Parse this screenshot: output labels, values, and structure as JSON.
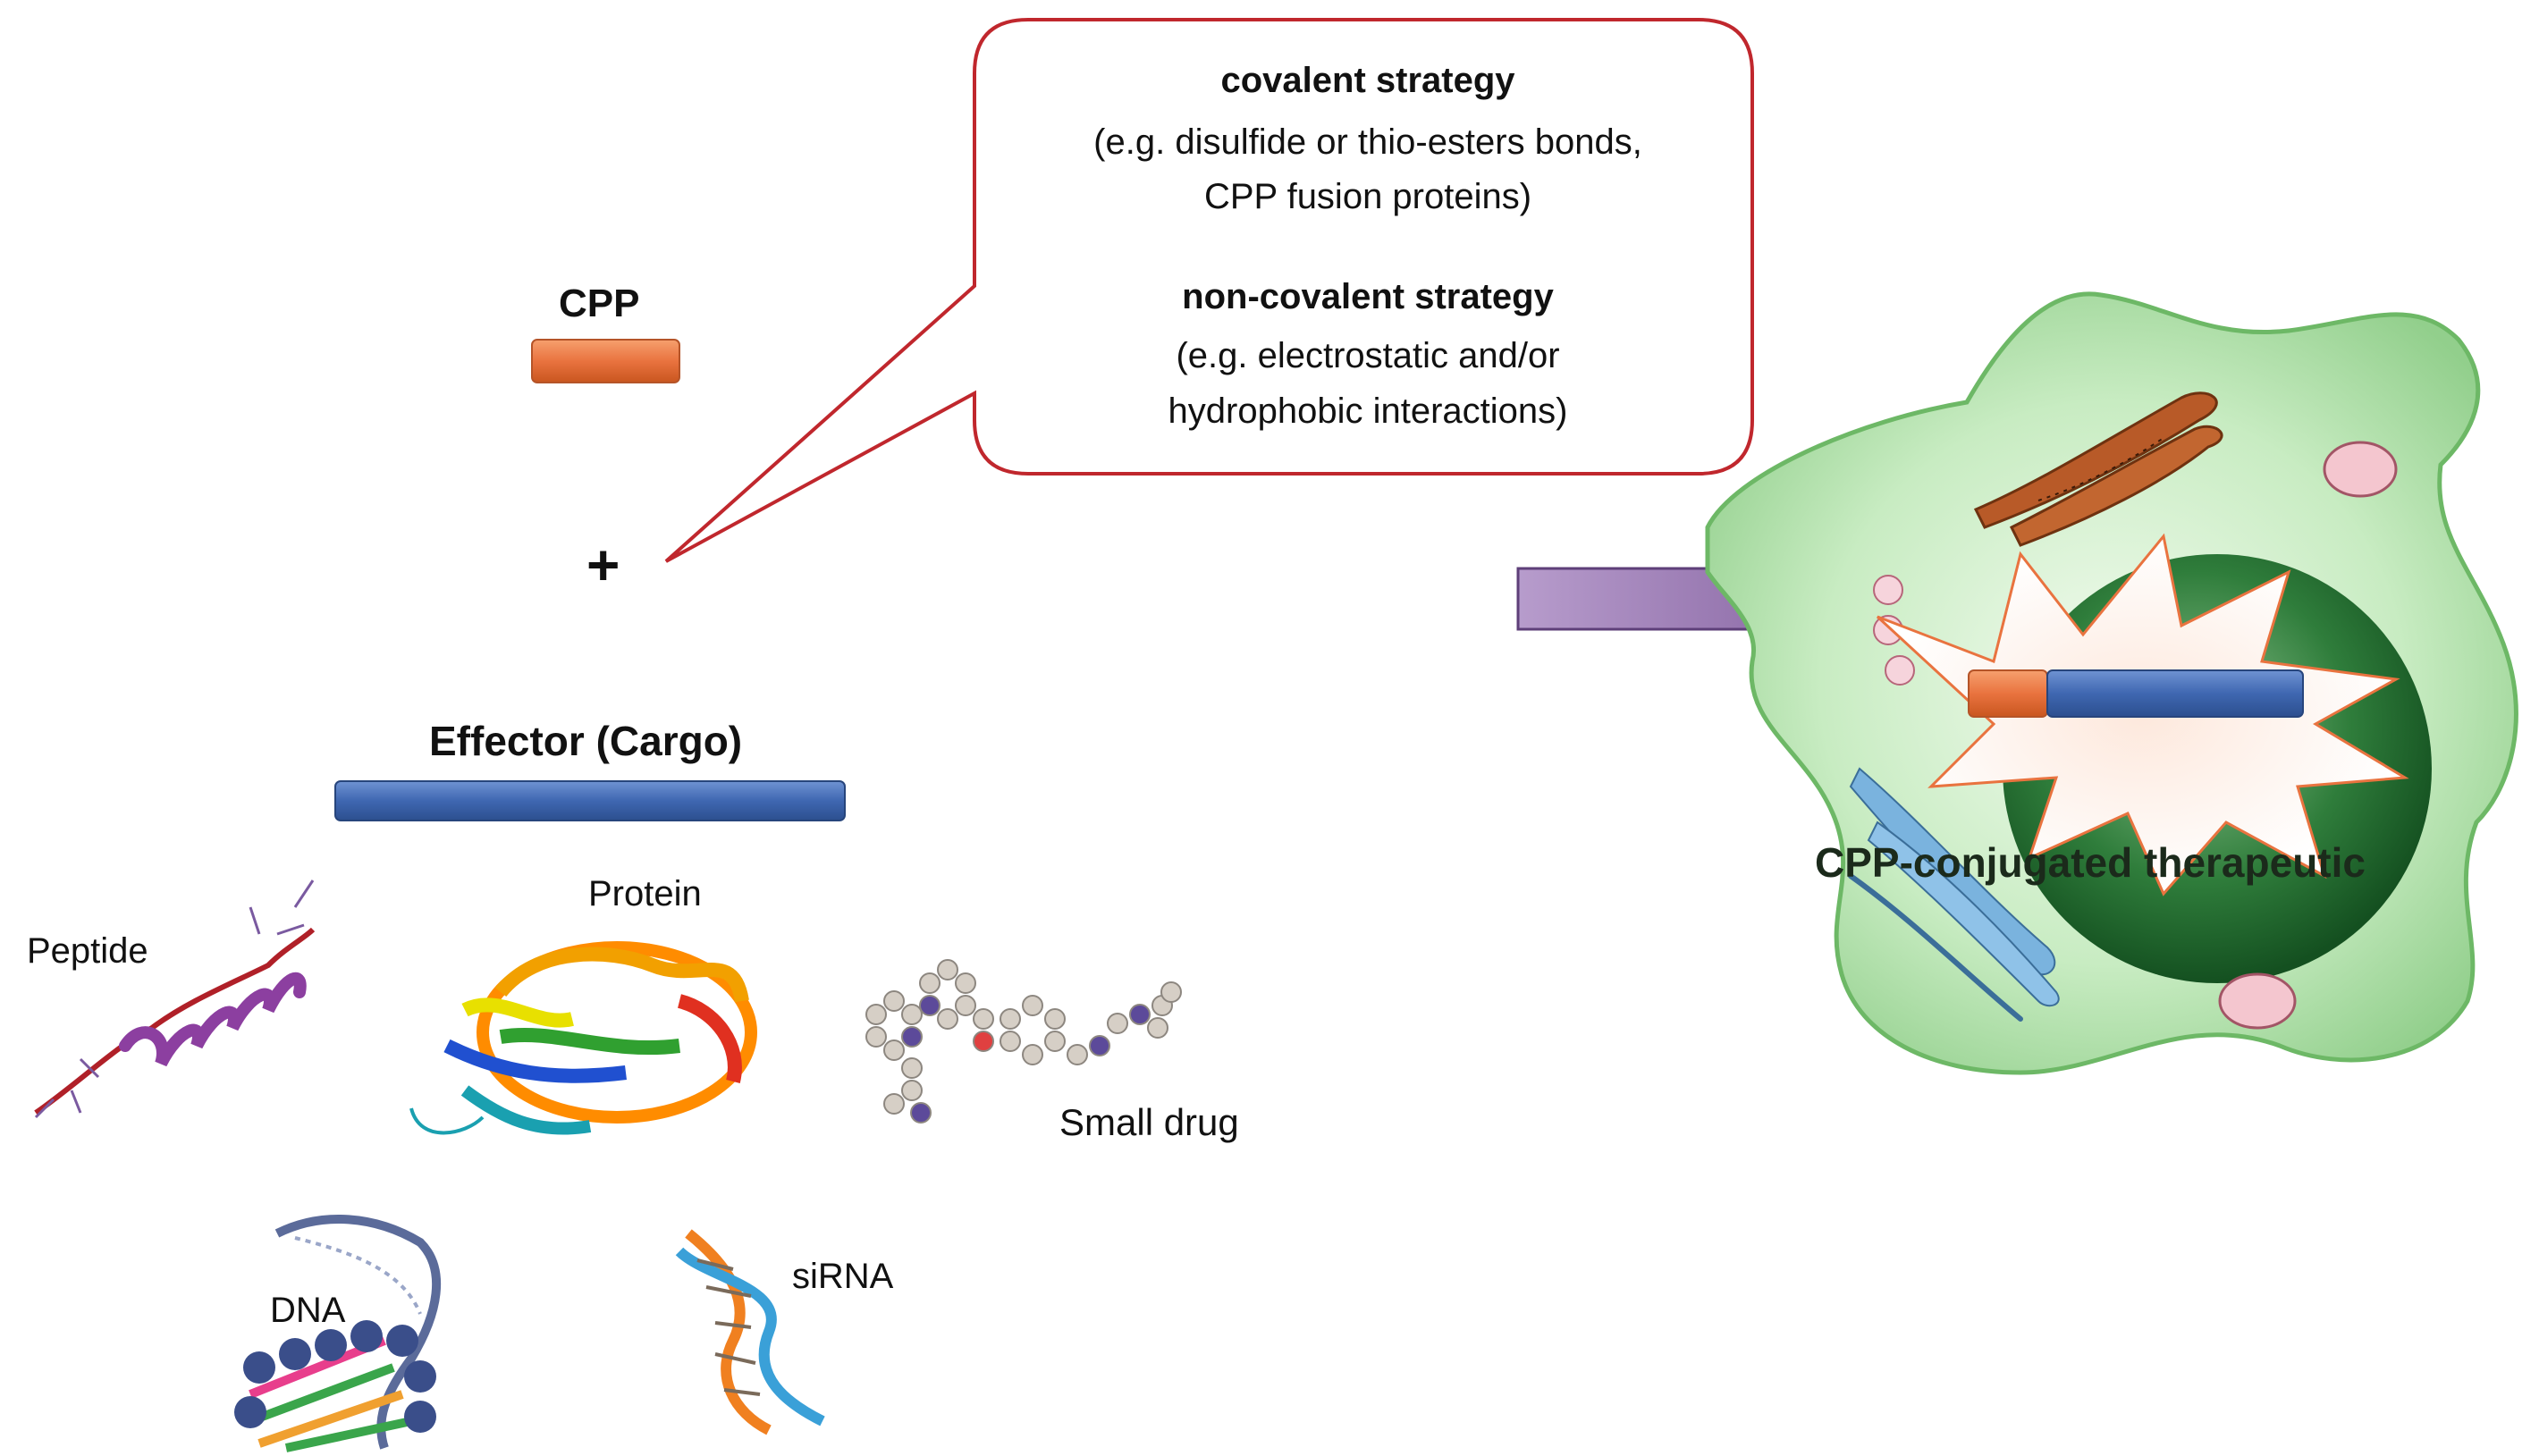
{
  "cpp_label": "CPP",
  "plus_sign": "+",
  "effector_label": "Effector (Cargo)",
  "callout": {
    "covalent_title": "covalent strategy",
    "covalent_line1": "(e.g. disulfide or thio-esters bonds,",
    "covalent_line2": "CPP fusion proteins)",
    "noncovalent_title": "non-covalent strategy",
    "noncovalent_line1": "(e.g. electrostatic and/or",
    "noncovalent_line2": "hydrophobic interactions)"
  },
  "cargo_types": {
    "peptide": "Peptide",
    "protein": "Protein",
    "small_drug": "Small drug",
    "dna": "DNA",
    "sirna": "siRNA"
  },
  "cell_label": "CPP-conjugated therapeutic",
  "colors": {
    "cpp_orange": "#e9733f",
    "cargo_blue": "#3f67b1",
    "callout_border": "#c0272d",
    "arrow_purple": "#8b6aa6",
    "cell_green": "#9fd49a",
    "nucleus_green": "#1f6b2c"
  }
}
